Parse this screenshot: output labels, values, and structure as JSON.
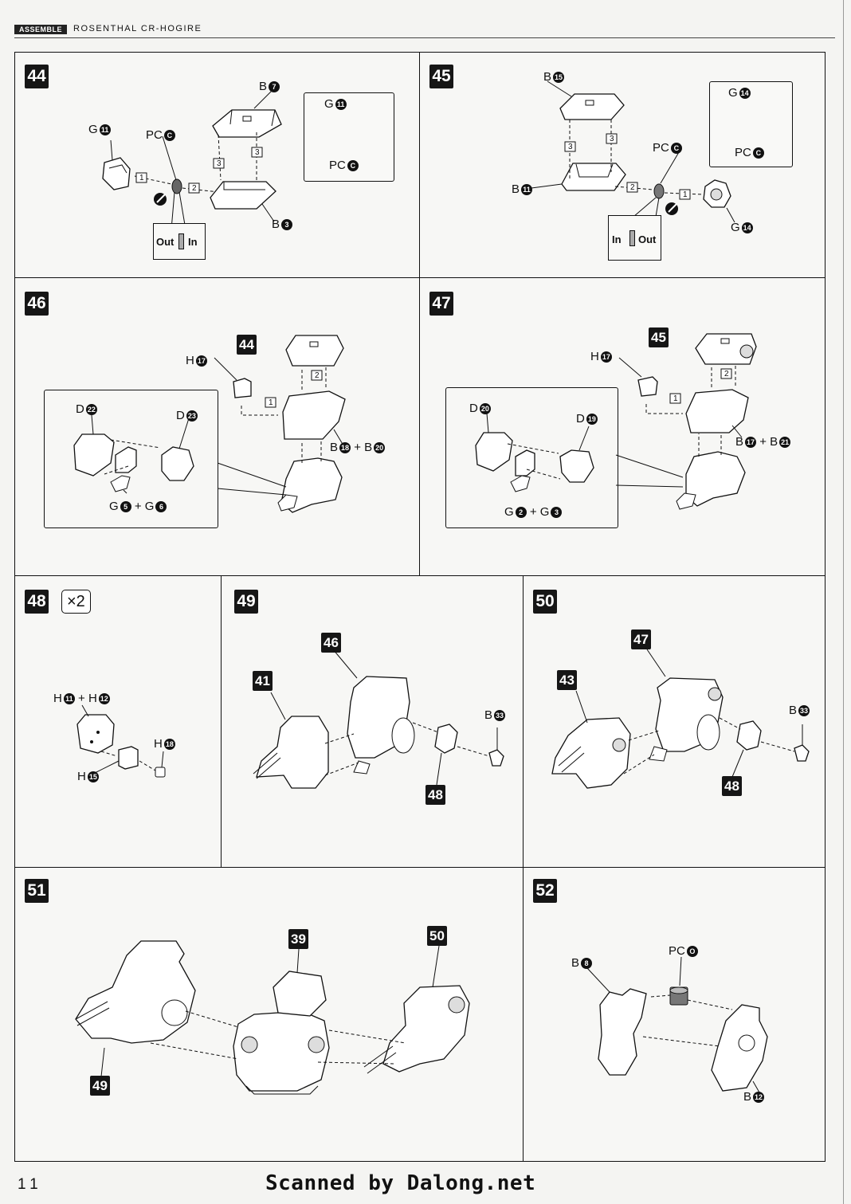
{
  "header": {
    "tag": "ASSEMBLE",
    "title": "ROSENTHAL CR-HOGIRE"
  },
  "steps": {
    "s44": {
      "num": "44",
      "labels": {
        "b7": "B",
        "b7c": "7",
        "g11": "G",
        "g11c": "11",
        "pcc": "PC",
        "pccc": "C",
        "b3": "B",
        "b3c": "3",
        "in_g11": "G",
        "in_g11c": "11",
        "in_pc": "PC",
        "in_pcc": "C"
      },
      "inout": {
        "out": "Out",
        "in": "In"
      },
      "seq": [
        "1",
        "2",
        "3",
        "3"
      ]
    },
    "s45": {
      "num": "45",
      "labels": {
        "b15": "B",
        "b15c": "15",
        "pcc": "PC",
        "pccc": "C",
        "b11": "B",
        "b11c": "11",
        "g14": "G",
        "g14c": "14",
        "in_g14": "G",
        "in_g14c": "14",
        "in_pc": "PC",
        "in_pcc": "C"
      },
      "inout": {
        "in": "In",
        "out": "Out"
      },
      "seq": [
        "1",
        "2",
        "3",
        "3"
      ]
    },
    "s46": {
      "num": "46",
      "ref": "44",
      "labels": {
        "h17": "H",
        "h17c": "17",
        "d22": "D",
        "d22c": "22",
        "d23": "D",
        "d23c": "23",
        "b18": "B",
        "b18c": "18",
        "plus": "+",
        "b20": "B",
        "b20c": "20",
        "g5": "G",
        "g5c": "5",
        "g6": "G",
        "g6c": "6"
      },
      "seq": [
        "1",
        "2"
      ]
    },
    "s47": {
      "num": "47",
      "ref": "45",
      "labels": {
        "h17": "H",
        "h17c": "17",
        "d20": "D",
        "d20c": "20",
        "d19": "D",
        "d19c": "19",
        "b17": "B",
        "b17c": "17",
        "plus": "+",
        "b21": "B",
        "b21c": "21",
        "g2": "G",
        "g2c": "2",
        "g3": "G",
        "g3c": "3"
      },
      "seq": [
        "1",
        "2"
      ]
    },
    "s48": {
      "num": "48",
      "mult": "×2",
      "labels": {
        "h11": "H",
        "h11c": "11",
        "plus": "+",
        "h12": "H",
        "h12c": "12",
        "h18": "H",
        "h18c": "18",
        "h15": "H",
        "h15c": "15"
      }
    },
    "s49": {
      "num": "49",
      "refs": [
        "46",
        "41",
        "48"
      ],
      "labels": {
        "b33": "B",
        "b33c": "33"
      }
    },
    "s50": {
      "num": "50",
      "refs": [
        "47",
        "43",
        "48"
      ],
      "labels": {
        "b33": "B",
        "b33c": "33"
      }
    },
    "s51": {
      "num": "51",
      "refs": [
        "39",
        "50",
        "49"
      ]
    },
    "s52": {
      "num": "52",
      "labels": {
        "pco": "PC",
        "pcoc": "O",
        "b8": "B",
        "b8c": "8",
        "b12": "B",
        "b12c": "12"
      }
    }
  },
  "footer": {
    "page": "11",
    "credit": "Scanned by Dalong.net"
  }
}
